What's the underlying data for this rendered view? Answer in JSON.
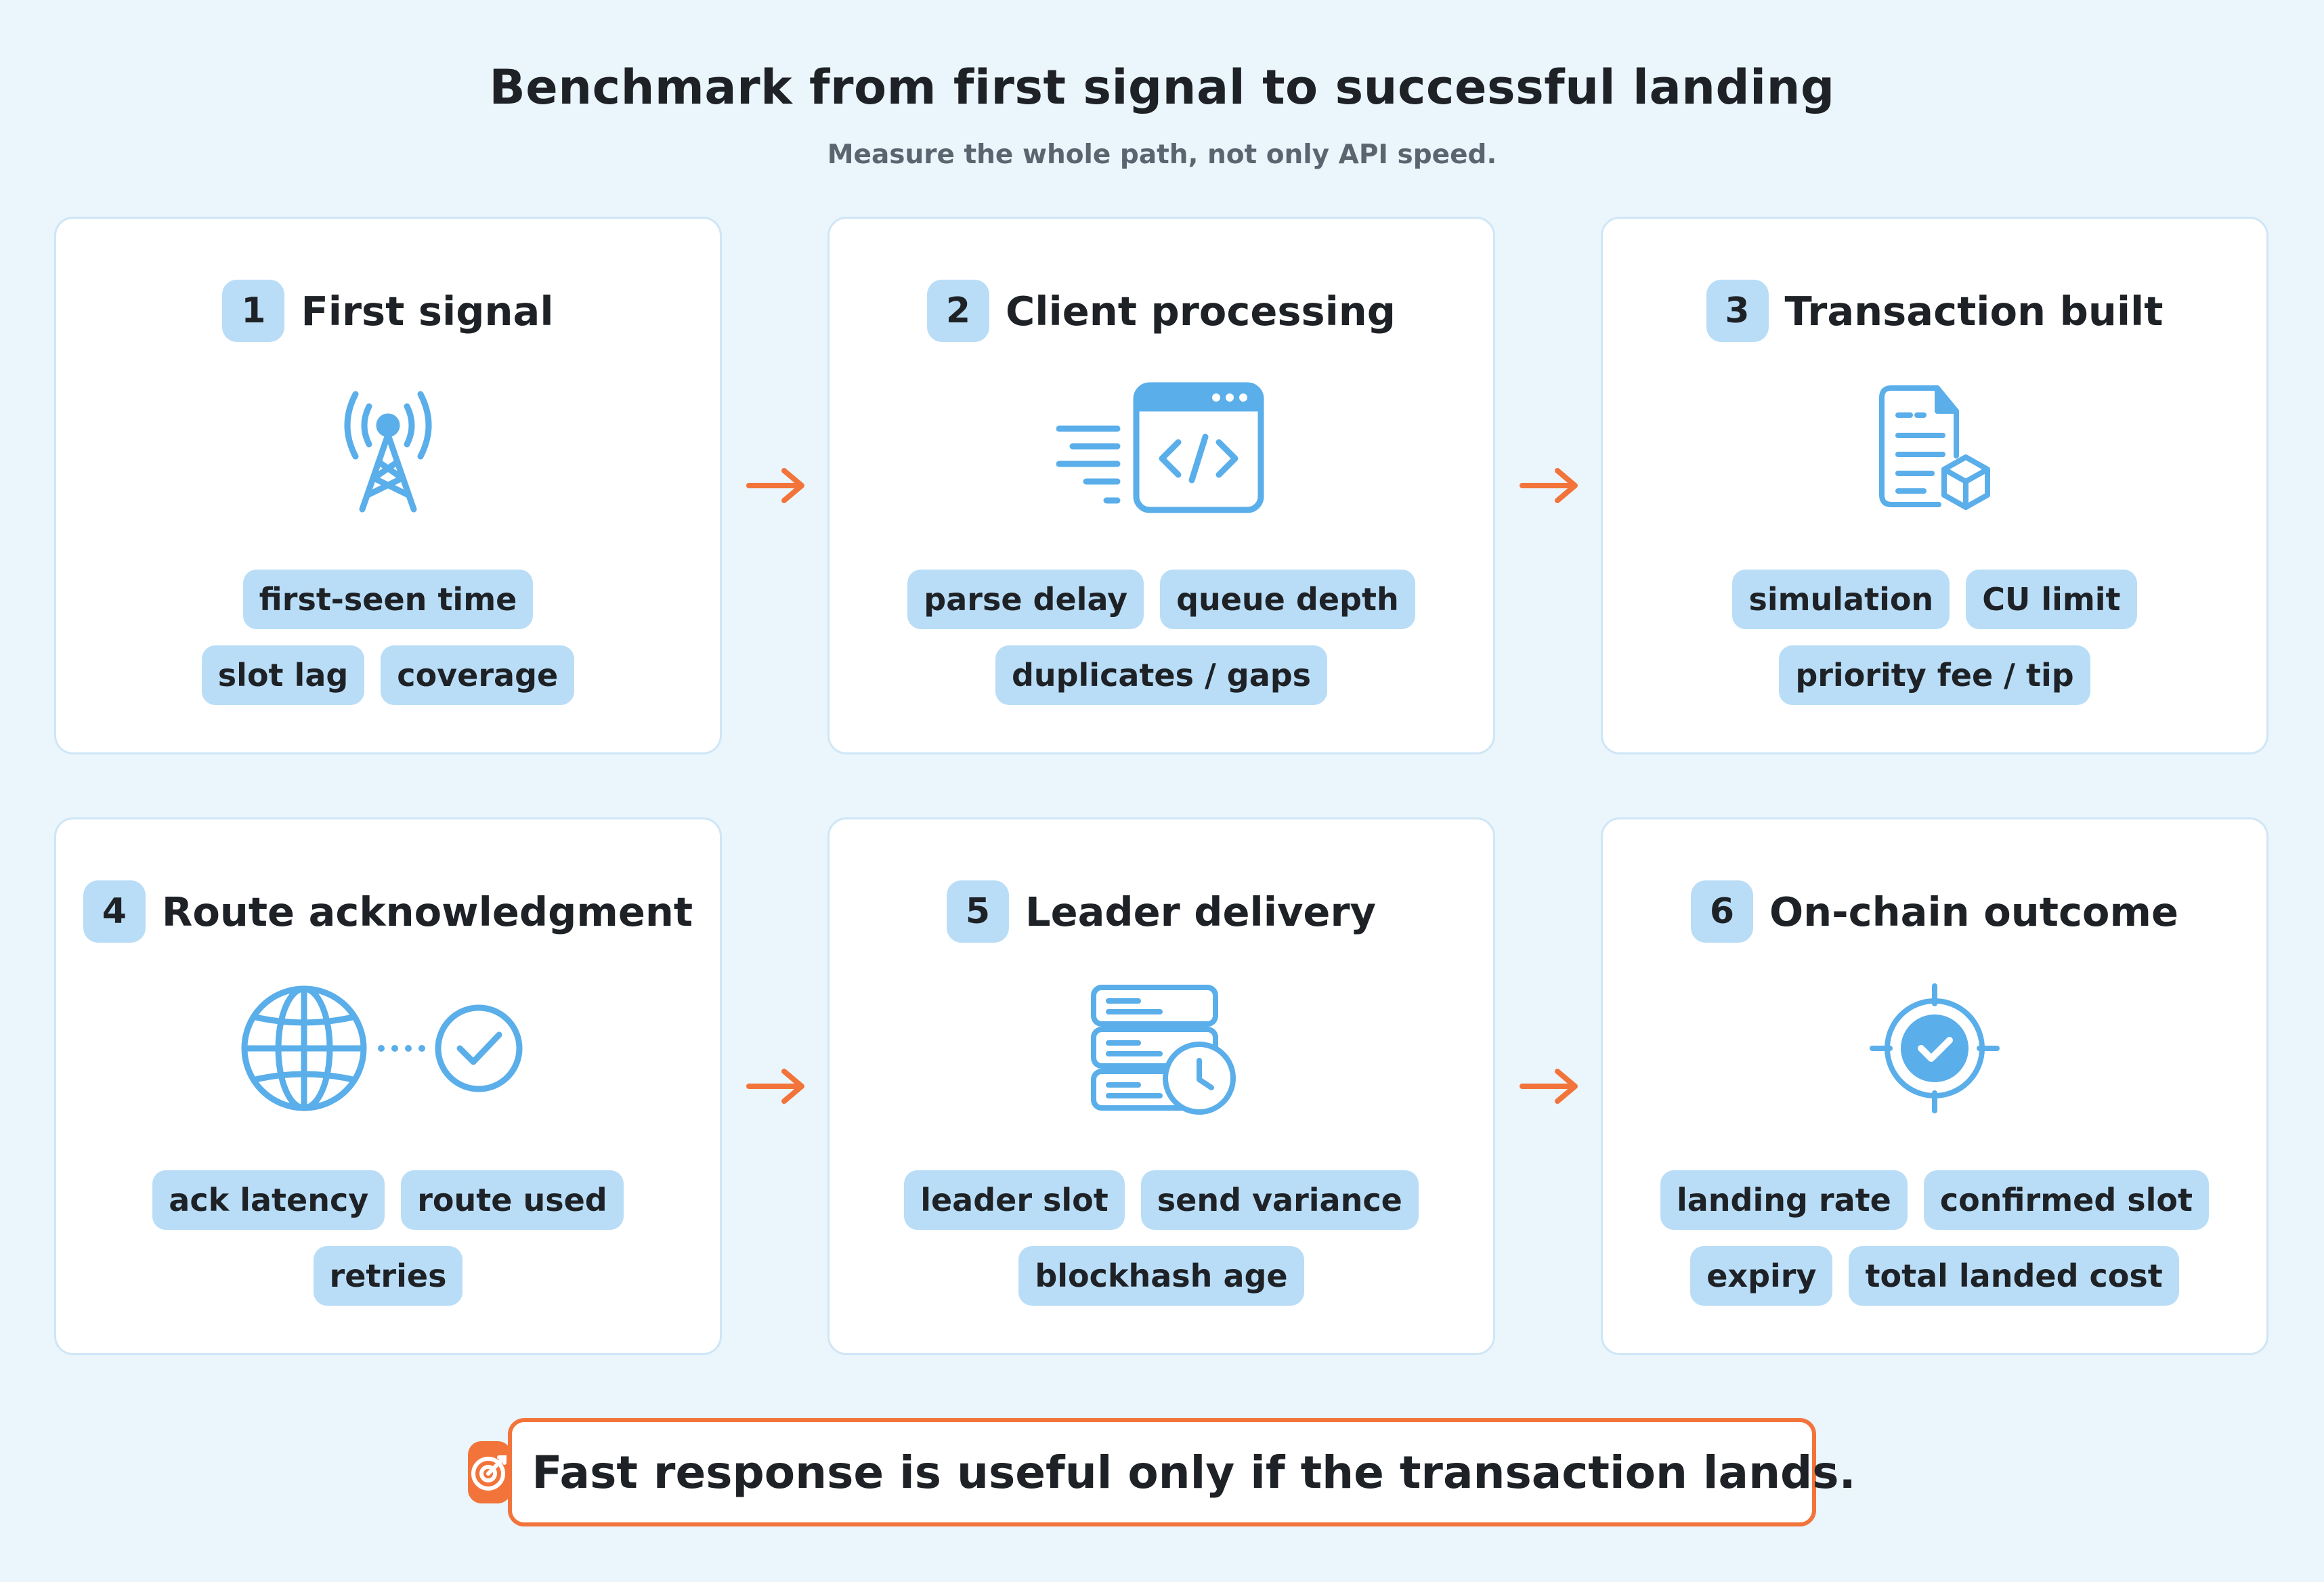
{
  "header": {
    "title": "Benchmark from first signal to successful landing",
    "subtitle": "Measure the whole path, not only API speed."
  },
  "colors": {
    "accent": "#f2743a",
    "icon": "#5aaeea",
    "tag": "#b9ddf7",
    "background": "#eaf5fc"
  },
  "steps": [
    {
      "number": "1",
      "title": "First signal",
      "icon": "radio-tower-icon",
      "tags": [
        [
          "first-seen time"
        ],
        [
          "slot lag",
          "coverage"
        ]
      ]
    },
    {
      "number": "2",
      "title": "Client processing",
      "icon": "code-window-icon",
      "tags": [
        [
          "parse delay",
          "queue depth"
        ],
        [
          "duplicates / gaps"
        ]
      ]
    },
    {
      "number": "3",
      "title": "Transaction built",
      "icon": "document-block-icon",
      "tags": [
        [
          "simulation",
          "CU limit"
        ],
        [
          "priority fee / tip"
        ]
      ]
    },
    {
      "number": "4",
      "title": "Route acknowledgment",
      "icon": "globe-check-icon",
      "tags": [
        [
          "ack latency",
          "route used"
        ],
        [
          "retries"
        ]
      ]
    },
    {
      "number": "5",
      "title": "Leader delivery",
      "icon": "server-clock-icon",
      "tags": [
        [
          "leader slot",
          "send variance"
        ],
        [
          "blockhash age"
        ]
      ]
    },
    {
      "number": "6",
      "title": "On-chain outcome",
      "icon": "target-check-icon",
      "tags": [
        [
          "landing rate",
          "confirmed slot"
        ],
        [
          "expiry",
          "total landed cost"
        ]
      ]
    }
  ],
  "callout": {
    "text": "Fast response is useful only if the transaction lands.",
    "icon": "bullseye-icon"
  }
}
